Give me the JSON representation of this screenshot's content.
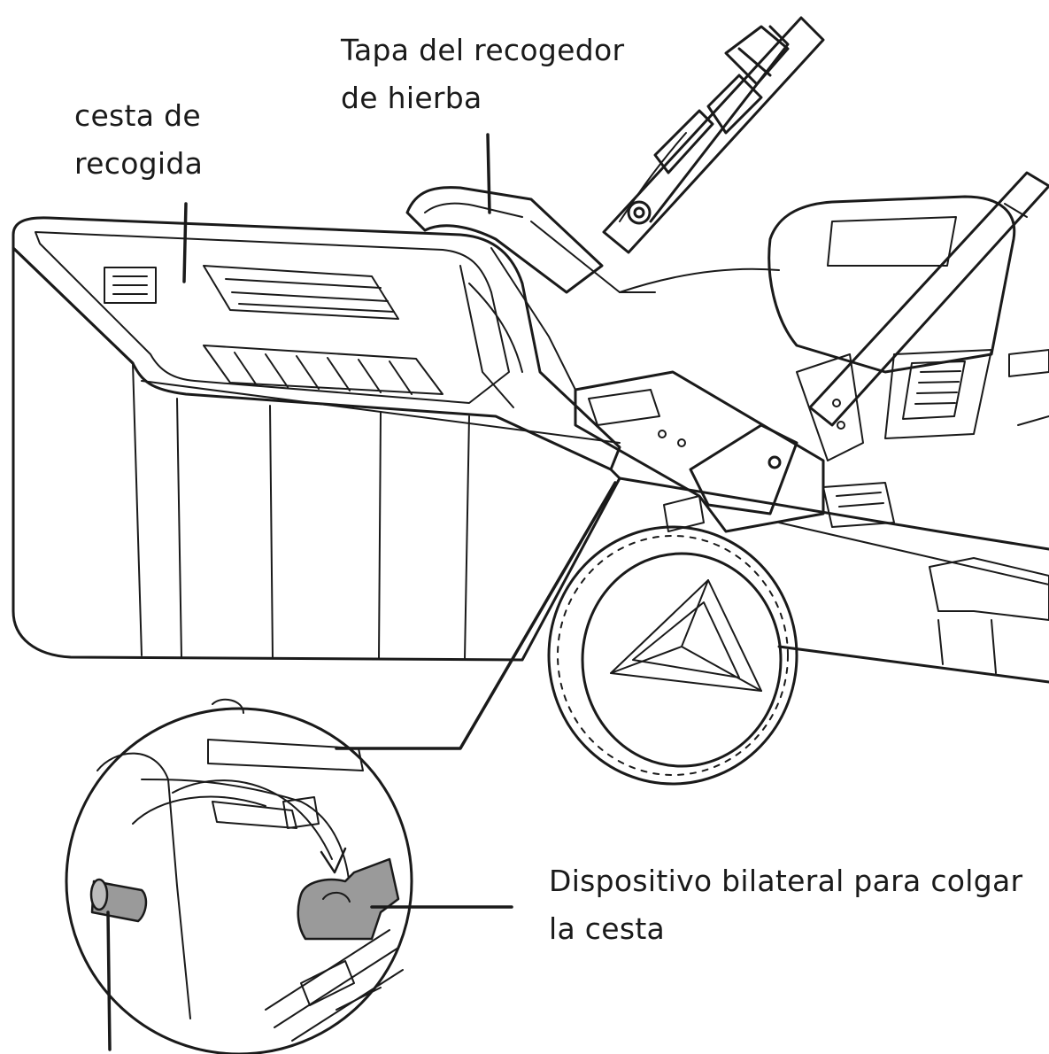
{
  "labels": {
    "basket": {
      "line1": "cesta de",
      "line2": "recogida"
    },
    "lid": {
      "line1": "Tapa del recogedor",
      "line2": "de hierba"
    },
    "hanger": {
      "line1": "Dispositivo bilateral para colgar",
      "line2": "la cesta"
    }
  },
  "colors": {
    "line": "#1a1a1a",
    "hook_fill": "#9a9a9a",
    "background": "#ffffff"
  }
}
